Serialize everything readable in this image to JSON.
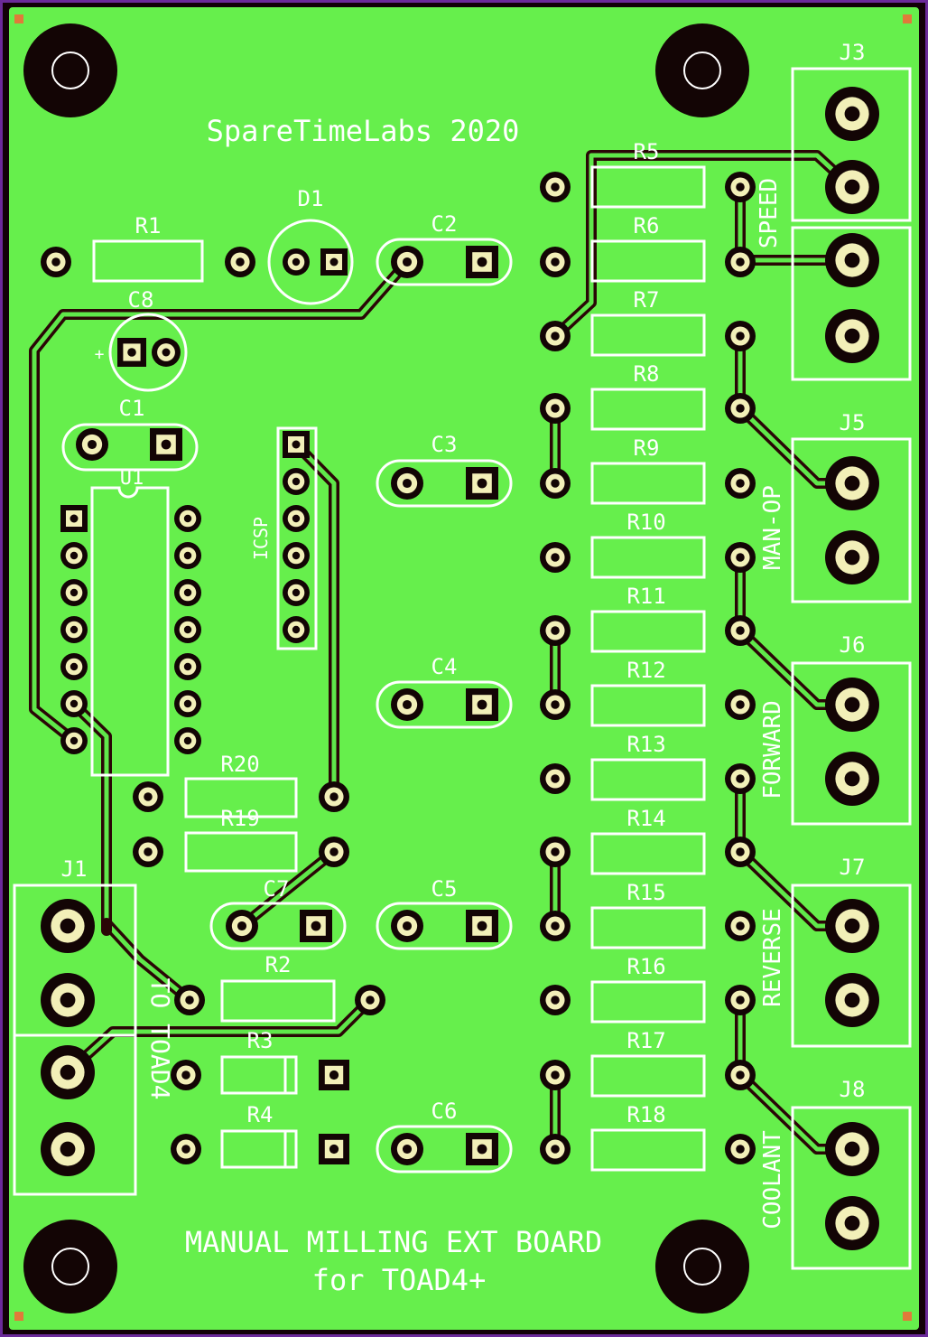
{
  "board": {
    "colors": {
      "board": "#66ef4c",
      "silk": "#ffffff",
      "trace": "#2a0606",
      "pad": "#f2efb8",
      "frame": "#6b2a9a",
      "background": "#120008"
    },
    "top_text": "SpareTimeLabs 2020",
    "bottom_text_line1": "MANUAL MILLING EXT BOARD",
    "bottom_text_line2": "for TOAD4+",
    "side_labels": {
      "speed": "SPEED",
      "man_op": "MAN-OP",
      "forward": "FORWARD",
      "reverse": "REVERSE",
      "coolant": "COOLANT",
      "to_toad4": "TO TOAD4",
      "icsp": "ICSP"
    },
    "connectors": {
      "j1": "J1",
      "j3": "J3",
      "j5": "J5",
      "j6": "J6",
      "j7": "J7",
      "j8": "J8"
    },
    "components": {
      "u1": "U1",
      "d1": "D1",
      "c1": "C1",
      "c2": "C2",
      "c3": "C3",
      "c4": "C4",
      "c5": "C5",
      "c6": "C6",
      "c7": "C7",
      "c8": "C8",
      "c8_polarity": "+",
      "r1": "R1",
      "r2": "R2",
      "r3": "R3",
      "r4": "R4",
      "r5": "R5",
      "r6": "R6",
      "r7": "R7",
      "r8": "R8",
      "r9": "R9",
      "r10": "R10",
      "r11": "R11",
      "r12": "R12",
      "r13": "R13",
      "r14": "R14",
      "r15": "R15",
      "r16": "R16",
      "r17": "R17",
      "r18": "R18",
      "r19": "R19",
      "r20": "R20"
    }
  }
}
